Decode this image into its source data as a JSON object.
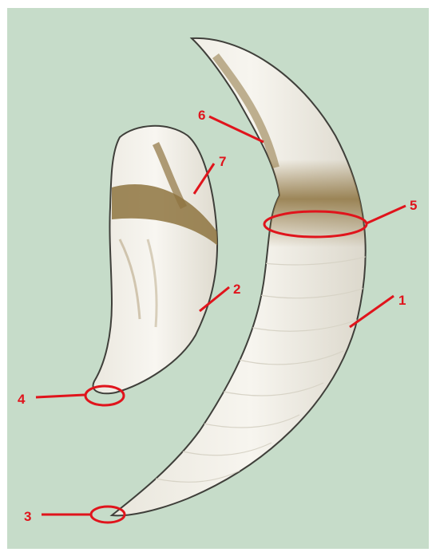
{
  "colors": {
    "background": "#c6dcc9",
    "frame": "#ffffff",
    "tooth": "#f3f1ea",
    "tooth_shade": "#d7d3c6",
    "enamel_stain": "#8e7440",
    "outline": "#3f3f3a",
    "annotation": "#e0141c"
  },
  "labels": {
    "l1": "1",
    "l2": "2",
    "l3": "3",
    "l4": "4",
    "l5": "5",
    "l6": "6",
    "l7": "7"
  }
}
